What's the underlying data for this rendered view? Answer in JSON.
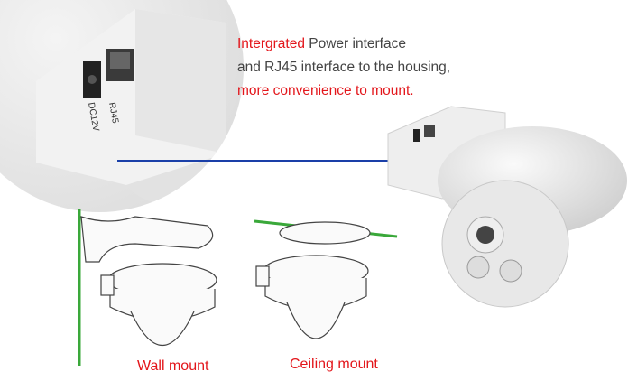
{
  "caption": {
    "line1_highlight": "Intergrated",
    "line1_rest": " Power interface",
    "line2": "and RJ45 interface to the housing,",
    "line3": "more convenience to mount."
  },
  "port_labels": {
    "dc": "DC12V",
    "rj45": "RJ45"
  },
  "mount_labels": {
    "wall": "Wall mount",
    "ceiling": "Ceiling mount"
  },
  "colors": {
    "accent_red": "#e3161b",
    "connector_blue": "#1a3fa8",
    "wall_green": "#3aa83a"
  }
}
